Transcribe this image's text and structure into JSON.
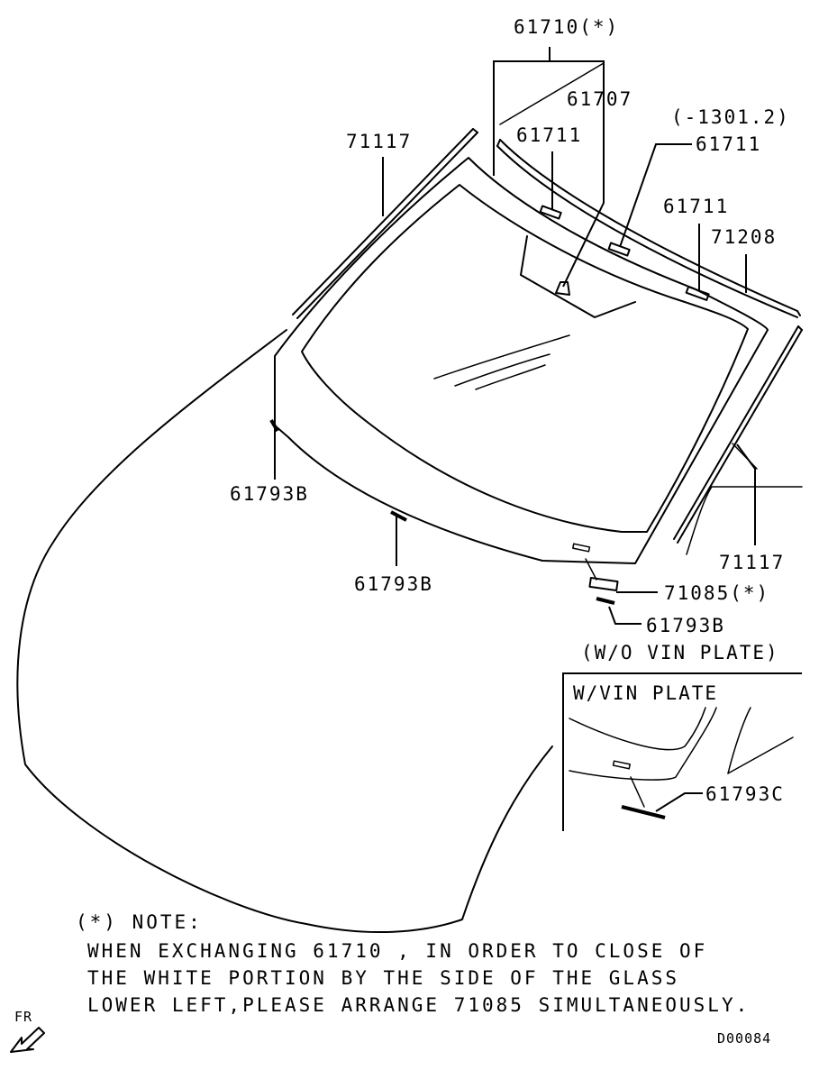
{
  "parts": {
    "p61710": "61710(*)",
    "p61707": "61707",
    "p61711_a": "61711",
    "range": "(-1301.2)",
    "p61711_b": "61711",
    "p61711_c": "61711",
    "p71208": "71208",
    "p71117_top": "71117",
    "p71117_right": "71117",
    "p61793b_left": "61793B",
    "p61793b_mid": "61793B",
    "p71085": "71085(*)",
    "p61793b_right": "61793B",
    "wo_vin_plate": "(W/O VIN PLATE)"
  },
  "inset": {
    "title": "W/VIN PLATE",
    "part": "61793C"
  },
  "note": {
    "heading": "(*) NOTE:",
    "line1": "WHEN EXCHANGING 61710 , IN ORDER TO CLOSE OF",
    "line2": "THE WHITE PORTION BY THE SIDE OF THE GLASS",
    "line3": "LOWER LEFT,PLEASE ARRANGE 71085 SIMULTANEOUSLY."
  },
  "direction": {
    "label": "FR",
    "icon": "front-direction-arrow-icon"
  },
  "diagram_code": "D00084"
}
